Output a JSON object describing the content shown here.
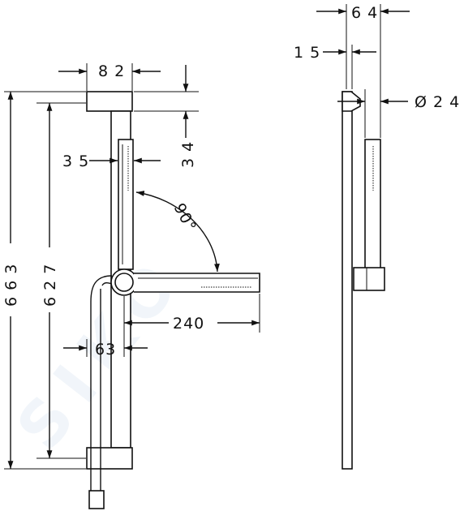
{
  "dimensions": {
    "top_width": "8 2",
    "cap_height": "3 4",
    "handshower_width": "3 5",
    "angle": "90°",
    "total_height": "6 6 3",
    "bar_height": "6 2 7",
    "arm_length": "240",
    "elbow_offset": "63",
    "side_depth": "6 4",
    "side_wall": "1 5",
    "diameter": "Ø 2 4"
  },
  "watermark": "SIKO"
}
